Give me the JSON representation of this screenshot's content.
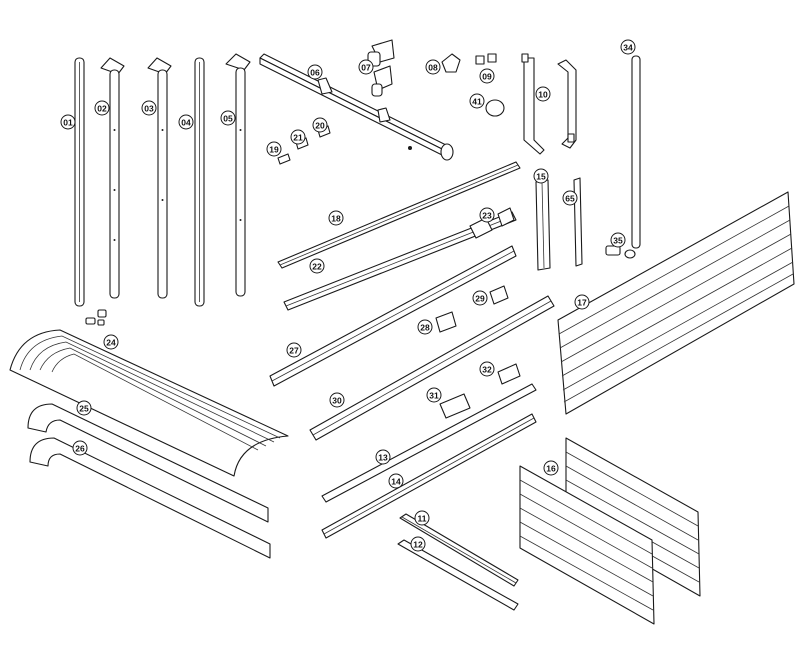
{
  "parts": [
    {
      "id": "p01",
      "label": "01"
    },
    {
      "id": "p02",
      "label": "02"
    },
    {
      "id": "p03",
      "label": "03"
    },
    {
      "id": "p04",
      "label": "04"
    },
    {
      "id": "p05",
      "label": "05"
    },
    {
      "id": "p06",
      "label": "06"
    },
    {
      "id": "p07",
      "label": "07"
    },
    {
      "id": "p08",
      "label": "08"
    },
    {
      "id": "p09",
      "label": "09"
    },
    {
      "id": "p10",
      "label": "10"
    },
    {
      "id": "p11",
      "label": "11"
    },
    {
      "id": "p12",
      "label": "12"
    },
    {
      "id": "p13",
      "label": "13"
    },
    {
      "id": "p14",
      "label": "14"
    },
    {
      "id": "p15",
      "label": "15"
    },
    {
      "id": "p16",
      "label": "16"
    },
    {
      "id": "p17",
      "label": "17"
    },
    {
      "id": "p18",
      "label": "18"
    },
    {
      "id": "p19",
      "label": "19"
    },
    {
      "id": "p20",
      "label": "20"
    },
    {
      "id": "p21",
      "label": "21"
    },
    {
      "id": "p22",
      "label": "22"
    },
    {
      "id": "p23",
      "label": "23"
    },
    {
      "id": "p24",
      "label": "24"
    },
    {
      "id": "p25",
      "label": "25"
    },
    {
      "id": "p26",
      "label": "26"
    },
    {
      "id": "p27",
      "label": "27"
    },
    {
      "id": "p28",
      "label": "28"
    },
    {
      "id": "p29",
      "label": "29"
    },
    {
      "id": "p30",
      "label": "30"
    },
    {
      "id": "p31",
      "label": "31"
    },
    {
      "id": "p32",
      "label": "32"
    },
    {
      "id": "p34",
      "label": "34"
    },
    {
      "id": "p35",
      "label": "35"
    },
    {
      "id": "p41",
      "label": "41"
    },
    {
      "id": "p65",
      "label": "65"
    }
  ]
}
